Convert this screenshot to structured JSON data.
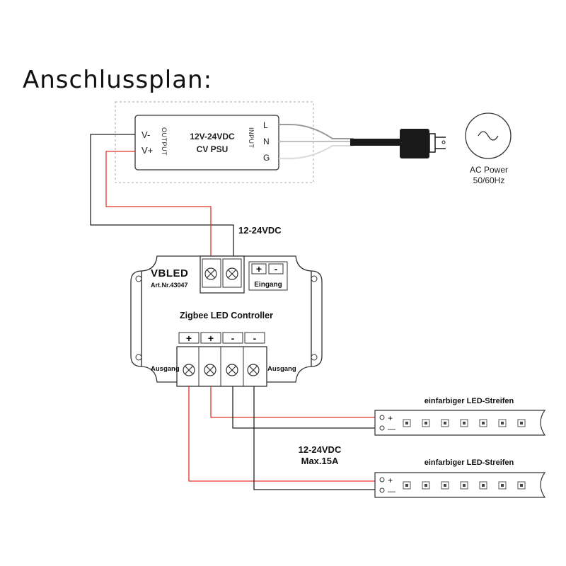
{
  "title": "Anschlussplan:",
  "psu": {
    "model": "12V-24VDC",
    "type": "CV PSU",
    "output_label": "OUTPUT",
    "input_label": "INPUT",
    "v_minus": "V-",
    "v_plus": "V+",
    "l": "L",
    "n": "N",
    "g": "G"
  },
  "ac": {
    "line1": "AC Power",
    "line2": "50/60Hz"
  },
  "supply_voltage": "12-24VDC",
  "controller": {
    "brand": "VBLED",
    "article": "Art.Nr.43047",
    "name": "Zigbee LED Controller",
    "input_label": "Eingang",
    "plus": "+",
    "minus": "-",
    "output_left": "Ausgang",
    "output_right": "Ausgang",
    "output_signs": [
      "+",
      "+",
      "-",
      "-"
    ]
  },
  "output_spec": {
    "line1": "12-24VDC",
    "line2": "Max.15A"
  },
  "strips": [
    {
      "label": "einfarbiger LED-Streifen",
      "plus": "+",
      "minus": "—"
    },
    {
      "label": "einfarbiger LED-Streifen",
      "plus": "+",
      "minus": "—"
    }
  ],
  "colors": {
    "red_wire": "#e0342c",
    "black_wire": "#222222",
    "gray_wire": "#9a9a9a",
    "light_wire": "#d0d0d0",
    "plug": "#1a1a1a",
    "outline": "#333333"
  }
}
